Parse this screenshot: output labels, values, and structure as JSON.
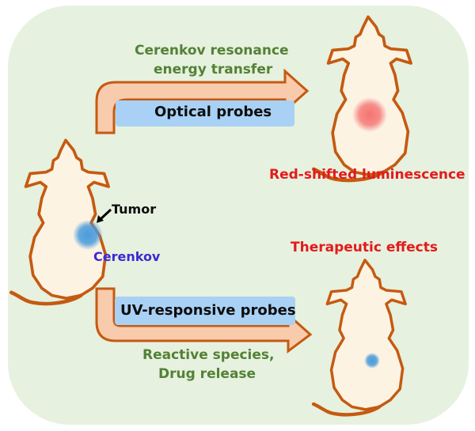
{
  "colors": {
    "background": "#e6f1df",
    "arrow_fill": "#f8cbad",
    "arrow_stroke": "#c55a11",
    "probe_box": "#a9d1f5",
    "mouse_fill": "#fcf3e3",
    "mouse_stroke": "#c55a11",
    "cerenkov_glow": "#4a9bdc",
    "red_glow": "#f56b6b",
    "green_text": "#538135",
    "red_text": "#e31b1b",
    "blue_text": "#3a2bd3"
  },
  "source_mouse": {
    "tumor_label": "Tumor",
    "emission_label": "Cerenkov"
  },
  "top_path": {
    "mechanism_line1": "Cerenkov resonance",
    "mechanism_line2": "energy transfer",
    "probe_label": "Optical probes",
    "outcome_label": "Red-shifted luminescence"
  },
  "bottom_path": {
    "probe_label": "UV-responsive probes",
    "mechanism_line1": "Reactive species,",
    "mechanism_line2": "Drug release",
    "outcome_label": "Therapeutic effects"
  }
}
